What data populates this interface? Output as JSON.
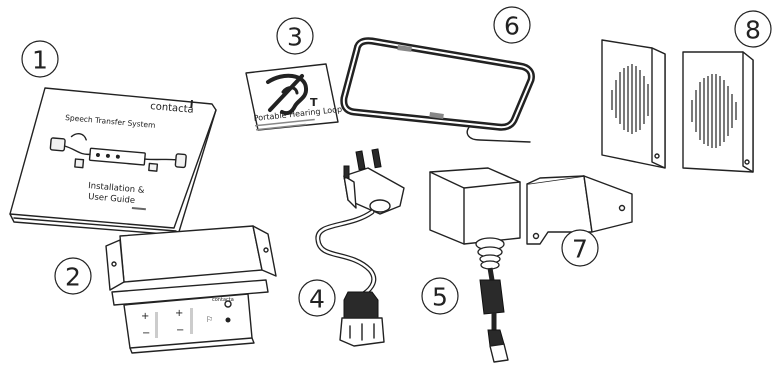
{
  "callouts": [
    "1",
    "2",
    "3",
    "4",
    "5",
    "6",
    "7",
    "8"
  ],
  "manual": {
    "brand": "contacta",
    "title": "Speech Transfer System",
    "subtitle_line1": "Installation &",
    "subtitle_line2": "User Guide"
  },
  "sign": {
    "title": "Portable Hearing Loop",
    "symbol": "T"
  }
}
